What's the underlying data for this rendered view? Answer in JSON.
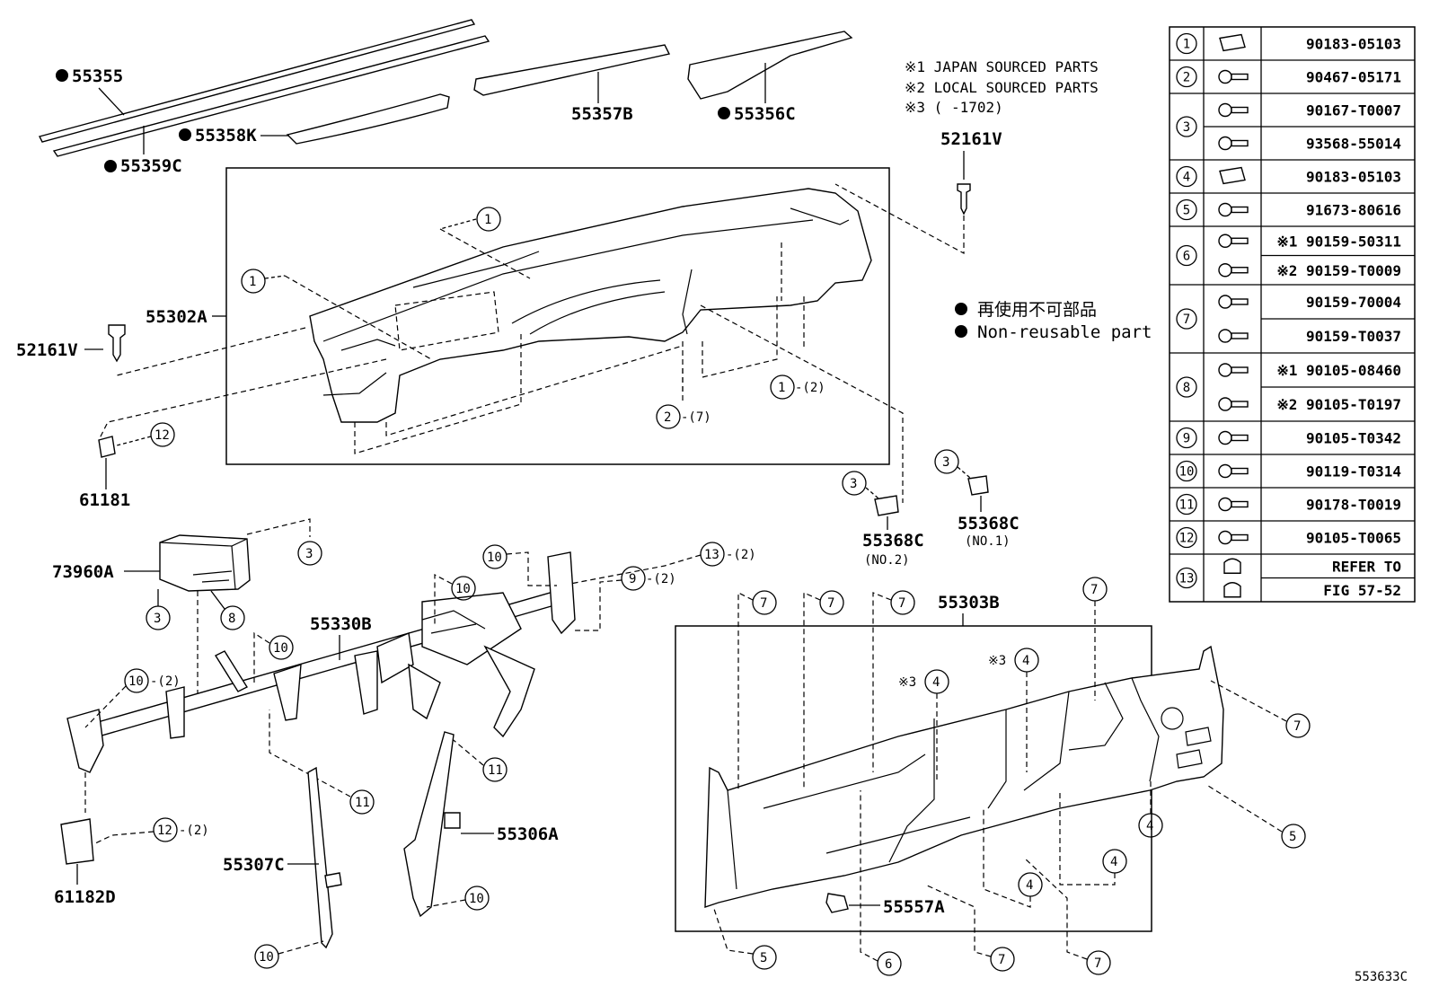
{
  "figure_code": "553633C",
  "notes": {
    "n1": "※1  JAPAN SOURCED PARTS",
    "n2": "※2  LOCAL SOURCED PARTS",
    "n3": "※3 (      -1702)"
  },
  "legend": {
    "jp": "再使用不可部品",
    "en": "Non-reusable part"
  },
  "parts": {
    "p55355": "55355",
    "p55359C": "55359C",
    "p55358K": "55358K",
    "p55357B": "55357B",
    "p55356C": "55356C",
    "p52161V_top": "52161V",
    "p52161V_left": "52161V",
    "p55302A": "55302A",
    "p61181": "61181",
    "p73960A": "73960A",
    "p55330B": "55330B",
    "p61182D": "61182D",
    "p55307C": "55307C",
    "p55306A": "55306A",
    "p55368C_no2": "55368C",
    "p55368C_no2_sub": "(NO.2)",
    "p55368C_no1": "55368C",
    "p55368C_no1_sub": "(NO.1)",
    "p55303B": "55303B",
    "p55557A": "55557A"
  },
  "callouts": {
    "c1a": "1",
    "c1b": "1",
    "c1c": "1",
    "c1c_q": "-(2)",
    "c2": "2",
    "c2_q": "-(7)",
    "c12a": "12",
    "c12b": "12",
    "c12b_q": "-(2)",
    "c3a": "3",
    "c3b": "3",
    "c3c": "3",
    "c3d": "3",
    "c8": "8",
    "c10a": "10",
    "c10b": "10",
    "c10c": "10",
    "c10d": "10",
    "c10d_q": "-(2)",
    "c10e": "10",
    "c10f": "10",
    "c9": "9",
    "c9_q": "-(2)",
    "c13": "13",
    "c13_q": "-(2)",
    "c11a": "11",
    "c11b": "11",
    "c7a": "7",
    "c7b": "7",
    "c7c": "7",
    "c7d": "7",
    "c7e": "7",
    "c7f": "7",
    "c7g": "7",
    "c4a": "4",
    "c4b": "4",
    "c4c": "4",
    "c4d": "4",
    "c4e": "4",
    "c4a_mark": "※3",
    "c4b_mark": "※3",
    "c5a": "5",
    "c5b": "5",
    "c6": "6"
  },
  "fastener_table": {
    "rows": [
      {
        "num": "1",
        "parts": [
          "90183-05103"
        ]
      },
      {
        "num": "2",
        "parts": [
          "90467-05171"
        ]
      },
      {
        "num": "3",
        "parts": [
          "90167-T0007",
          "93568-55014"
        ]
      },
      {
        "num": "4",
        "parts": [
          "90183-05103"
        ]
      },
      {
        "num": "5",
        "parts": [
          "91673-80616"
        ]
      },
      {
        "num": "6",
        "parts": [
          "※1 90159-50311",
          "※2 90159-T0009"
        ]
      },
      {
        "num": "7",
        "parts": [
          "90159-70004",
          "90159-T0037"
        ]
      },
      {
        "num": "8",
        "parts": [
          "※1 90105-08460",
          "※2 90105-T0197"
        ]
      },
      {
        "num": "9",
        "parts": [
          "90105-T0342"
        ]
      },
      {
        "num": "10",
        "parts": [
          "90119-T0314"
        ]
      },
      {
        "num": "11",
        "parts": [
          "90178-T0019"
        ]
      },
      {
        "num": "12",
        "parts": [
          "90105-T0065"
        ]
      },
      {
        "num": "13",
        "parts": [
          "REFER TO",
          "FIG 57-52"
        ]
      }
    ]
  }
}
